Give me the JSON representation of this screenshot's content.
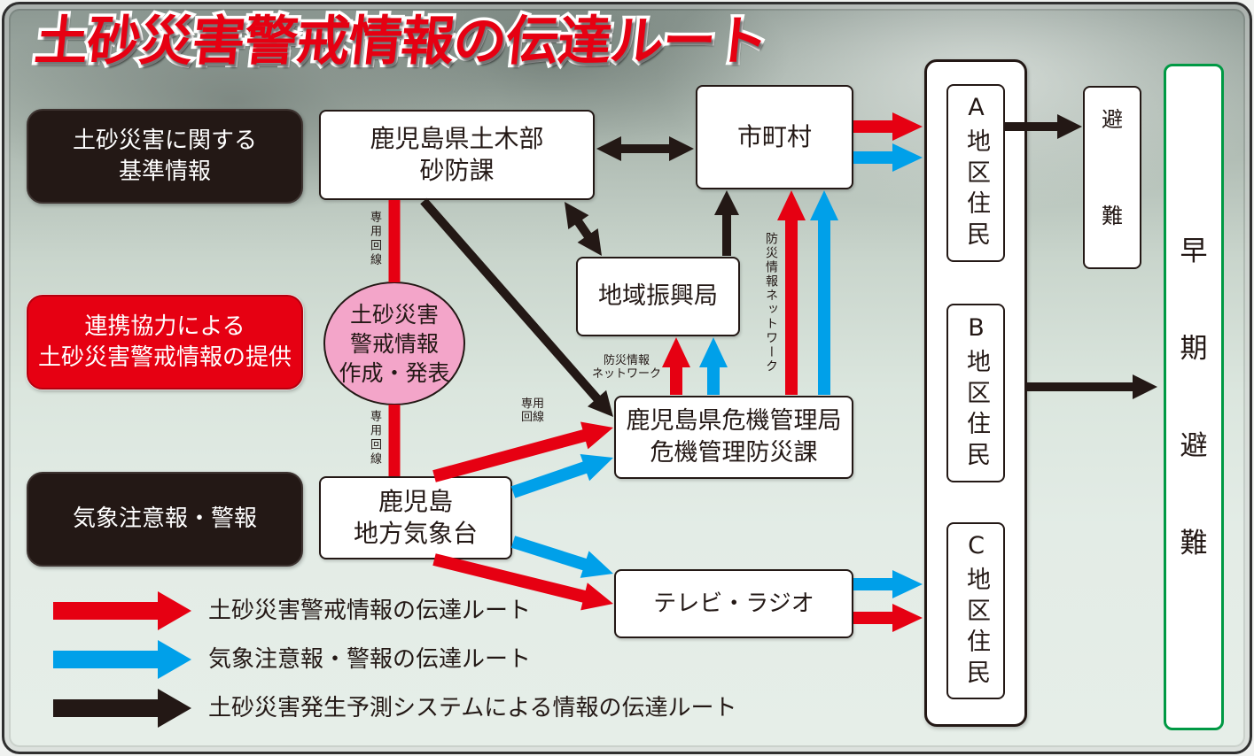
{
  "title": "土砂災害警戒情報の伝達ルート",
  "colors": {
    "red": "#e60012",
    "blue": "#00a0e9",
    "black": "#231815",
    "pink": "#f3a5c9",
    "green": "#009944"
  },
  "left_panels": [
    {
      "lines": [
        "土砂災害に関する",
        "基準情報"
      ]
    },
    {
      "lines": [
        "連携協力による",
        "土砂災害警戒情報の提供"
      ]
    },
    {
      "lines": [
        "気象注意報・警報"
      ]
    }
  ],
  "nodes": {
    "sabo": {
      "lines": [
        "鹿児島県土木部",
        "砂防課"
      ]
    },
    "municipality": {
      "lines": [
        "市町村"
      ]
    },
    "regional_bureau": {
      "lines": [
        "地域振興局"
      ]
    },
    "warning_issue": {
      "lines": [
        "土砂災害",
        "警戒情報",
        "作成・発表"
      ]
    },
    "crisis_mgmt": {
      "lines": [
        "鹿児島県危機管理局",
        "危機管理防災課"
      ]
    },
    "weather_office": {
      "lines": [
        "鹿児島",
        "地方気象台"
      ]
    },
    "tv_radio": {
      "lines": [
        "テレビ・ラジオ"
      ]
    }
  },
  "residents": {
    "a": "A地区住民",
    "b": "B地区住民",
    "c": "C地区住民"
  },
  "evacuation": [
    "避",
    "難"
  ],
  "early_evacuation": [
    "早",
    "期",
    "避",
    "難"
  ],
  "route_labels": {
    "dedicated_line_upper": "専用回線",
    "dedicated_line_lower": "専用回線",
    "dedicated_line_diagonal": [
      "専用",
      "回線"
    ],
    "disaster_network_horizontal": [
      "防災情報",
      "ネットワーク"
    ],
    "disaster_network_vertical": "防災情報ネットワーク"
  },
  "legend": [
    {
      "label": "土砂災害警戒情報の伝達ルート",
      "color": "#e60012"
    },
    {
      "label": "気象注意報・警報の伝達ルート",
      "color": "#00a0e9"
    },
    {
      "label": "土砂災害発生予測システムによる情報の伝達ルート",
      "color": "#231815"
    }
  ]
}
